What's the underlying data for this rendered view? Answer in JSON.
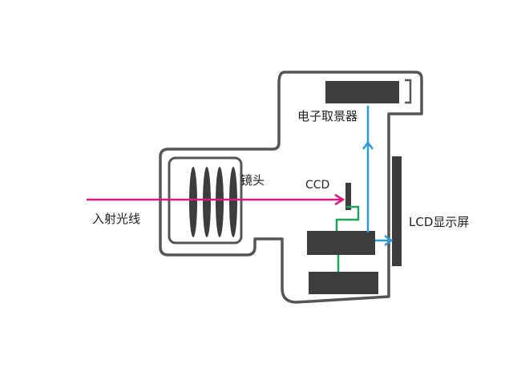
{
  "labels": {
    "incident_light": "入射光线",
    "lens": "镜头",
    "ccd": "CCD",
    "viewfinder": "电子取景器",
    "lcd_screen": "LCD显示屏"
  },
  "colors": {
    "outline": "#555555",
    "component": "#3d3d3d",
    "light_ray": "#e0177e",
    "signal_blue": "#2b9bd9",
    "signal_green": "#1aa65a",
    "text": "#222222"
  }
}
